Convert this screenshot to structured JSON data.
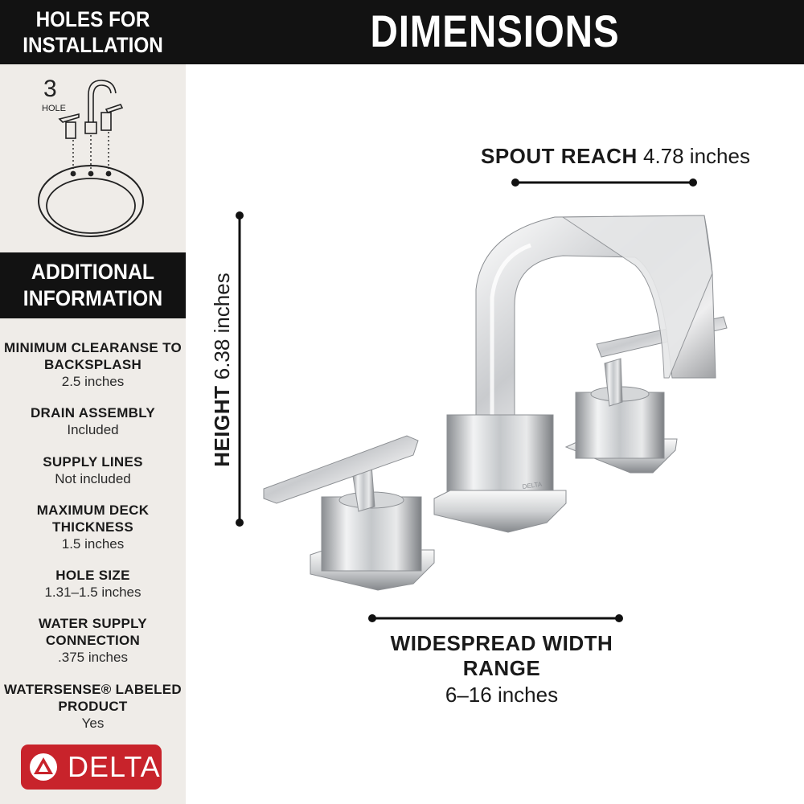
{
  "sidebar": {
    "holes_header": {
      "line1": "HOLES FOR",
      "line2": "INSTALLATION"
    },
    "hole_diagram": {
      "count": "3",
      "label": "HOLE"
    },
    "additional_header": {
      "line1": "ADDITIONAL",
      "line2": "INFORMATION"
    },
    "info": [
      {
        "label1": "MINIMUM CLEARANSE TO",
        "label2": "BACKSPLASH",
        "value": "2.5 inches"
      },
      {
        "label1": "DRAIN ASSEMBLY",
        "label2": "",
        "value": "Included"
      },
      {
        "label1": "SUPPLY LINES",
        "label2": "",
        "value": "Not included"
      },
      {
        "label1": "MAXIMUM DECK",
        "label2": "THICKNESS",
        "value": "1.5 inches"
      },
      {
        "label1": "HOLE SIZE",
        "label2": "",
        "value": "1.31–1.5 inches"
      },
      {
        "label1": "WATER SUPPLY",
        "label2": "CONNECTION",
        "value": ".375 inches"
      },
      {
        "label1": "WATERSENSE® LABELED",
        "label2": "PRODUCT",
        "value": "Yes"
      }
    ],
    "logo": {
      "text": "DELTA",
      "color": "#c8232b"
    }
  },
  "dimensions": {
    "header": "DIMENSIONS",
    "spout_reach": {
      "label": "SPOUT REACH",
      "value": "4.78 inches"
    },
    "height": {
      "label": "HEIGHT",
      "value": "6.38 inches"
    },
    "width": {
      "label": "WIDESPREAD WIDTH RANGE",
      "value": "6–16 inches"
    },
    "faucet_brand_mark": "DELTA"
  },
  "colors": {
    "header_bg": "#121212",
    "sidebar_bg": "#efece8",
    "brand_red": "#c8232b"
  }
}
